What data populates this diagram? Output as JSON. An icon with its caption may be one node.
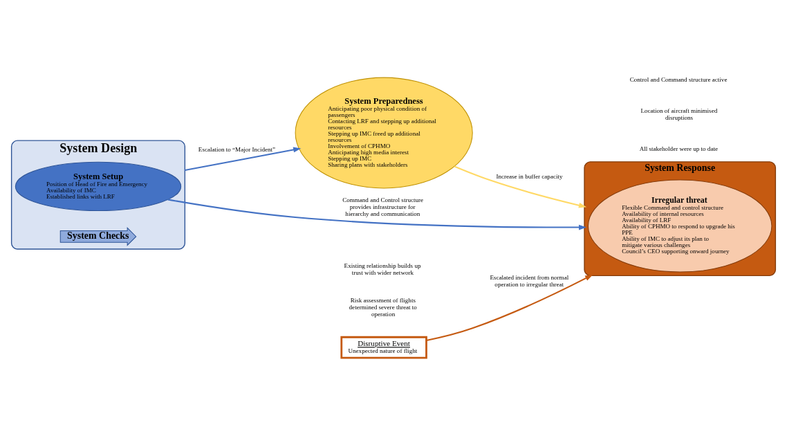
{
  "diagram": {
    "nodes": [
      {
        "text": [
          "System Design"
        ]
      },
      {
        "text": [
          "System Setup",
          "Position of Head of Fire and Emergency",
          "Availability of IMC",
          "Established links with LRF"
        ],
        "in": 0
      },
      {
        "text": [
          "System Checks"
        ],
        "in": 0
      },
      {
        "text": [
          "System Preparedness",
          "Anticipating poor physical condition of passengers",
          "Contacting LRF and stepping up additional resources",
          "Stepping up IMC freed up additional resources",
          "Involvement of CPHMO",
          "Anticipating high media interest",
          "Stepping up IMC",
          "Sharing plans with stakeholders"
        ]
      },
      {
        "text": [
          "Disruptive Event",
          "Unexpected nature of flight"
        ]
      },
      {
        "text": [
          "System Response"
        ]
      },
      {
        "text": [
          "Irregular threat",
          "Flexible Command and control structure",
          "Availability of internal resources",
          "Availability of LRF",
          "Ability of CPHMO to respond to upgrade his PPE",
          "Ability of IMC to adjust its plan to mitigate various challenges",
          "Council’s CEO supporting onward journey"
        ],
        "in": 5
      }
    ],
    "edges": [
      {
        "from": 0,
        "to": 3,
        "arrow": "to",
        "label": "Escalation to “Major Incident”",
        "color": "#4472c4"
      },
      {
        "from": 1,
        "to": 5,
        "arrow": "to",
        "label": "Command and Control structure provides infrastructure for hierarchy and communication",
        "color": "#4472c4"
      },
      {
        "from": 4,
        "to": 5,
        "arrow": "to",
        "label": "Escalated incident from normal operation to irregular threat",
        "color": "#c55a11"
      },
      {
        "from": 3,
        "to": 5,
        "arrow": "to",
        "label": "Increase in buffer capacity",
        "color": "#ffd966"
      }
    ],
    "labels": [
      "Risk assessment of flights determined severe threat to operation",
      "Existing relationship builds up trust with wider network",
      "Control and Command structure active",
      "Location of aircraft minimised disruptions",
      "All stakeholder were up to date"
    ]
  }
}
